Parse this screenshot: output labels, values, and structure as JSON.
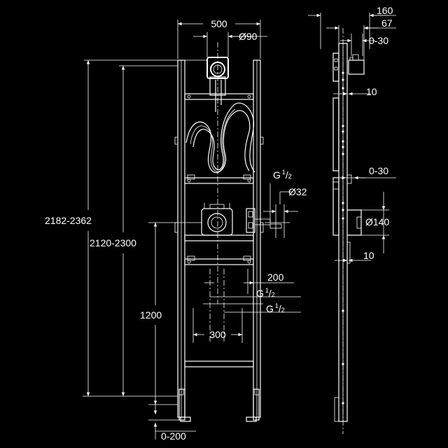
{
  "front_view": {
    "width_label": "500",
    "top_pipe_diameter_label": "Ø90",
    "overall_height_label": "2182-2362",
    "frame_height_label": "2120-2300",
    "connection_height_label": "1200",
    "bottom_adjust_label": "0-200",
    "connection_spacing_label": "300",
    "outlet_offset_label": "200",
    "thread_upper_label": "G",
    "thread_upper_num": "1",
    "thread_upper_den": "2",
    "thread_lower_label": "G",
    "thread_lower_num": "1",
    "thread_lower_den": "2",
    "thread_side_label": "G",
    "thread_side_num": "1",
    "thread_side_den": "2",
    "side_pipe_diameter_label": "Ø32"
  },
  "side_view": {
    "depth_label": "160",
    "inner_depth_label": "67",
    "top_adjust_label": "0-30",
    "top_offset_label": "10",
    "mid_adjust_label": "0-30",
    "outlet_diameter_label": "Ø140",
    "bottom_offset_label": "10"
  }
}
